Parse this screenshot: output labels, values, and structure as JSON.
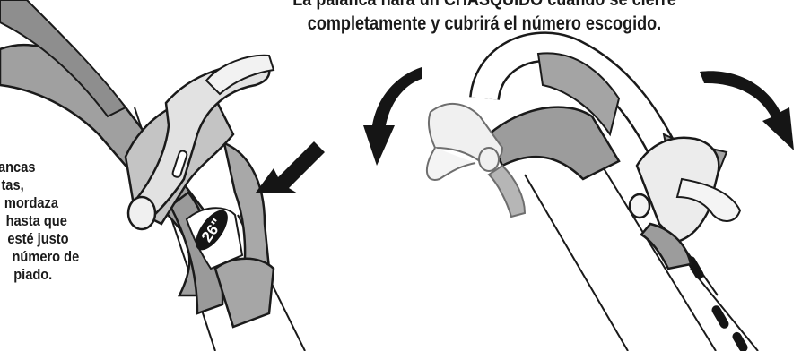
{
  "top_caption": {
    "line1": "La palanca hará un CHASQUIDO cuando se cierre",
    "line2": "completamente y cubrirá el número  escogido."
  },
  "side_caption": {
    "line1": "ancas",
    "line2": "tas,",
    "line3": "mordaza",
    "line4": "hasta que",
    "line5": "esté justo",
    "line6": "número de",
    "line7": "piado."
  },
  "size_badge": "26\"",
  "colors": {
    "ink": "#1a1a1a",
    "frame_gray": "#9a9a9a",
    "light_gray": "#d4d4d4",
    "mid_gray": "#b3b3b3"
  }
}
